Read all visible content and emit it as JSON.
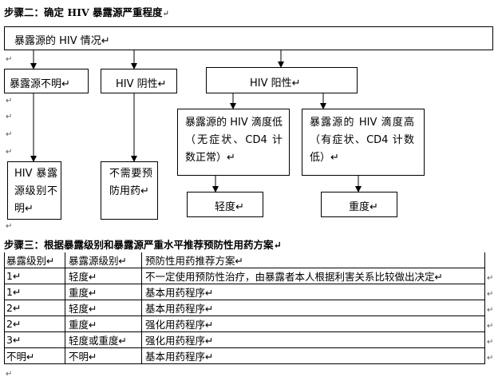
{
  "step2": {
    "title": "步骤二：确定 HIV 暴露源严重程度",
    "mark": "↵"
  },
  "flow": {
    "root": "暴露源的 HIV 情况↵",
    "level1": {
      "unknown": "暴露源不明↵",
      "negative": "HIV 阴性↵",
      "positive": "HIV 阳性↵"
    },
    "level2": {
      "unknown_leaf": "HIV 暴露源级别不明↵",
      "negative_leaf": "不需要预防用药↵",
      "low_titer": "暴露源的 HIV 滴度低（无症状、CD4 计数正常）↵",
      "high_titer": "暴露源的 HIV 滴度高（有症状、CD4 计数低）↵"
    },
    "level3": {
      "mild": "轻度↵",
      "severe": "重度↵"
    },
    "free_marks": [
      "↵",
      "↵",
      "↵",
      "↵",
      "↵",
      "↵",
      "↵"
    ]
  },
  "step3": {
    "title": "步骤三：根据暴露级别和暴露源严重水平推荐预防性用药方案↵"
  },
  "table": {
    "headers": [
      "暴露级别↵",
      "暴露源级别↵",
      "预防性用药推荐方案↵"
    ],
    "rows": [
      [
        "1↵",
        "轻度↵",
        "不一定使用预防性治疗，由暴露者本人根据利害关系比较做出决定↵"
      ],
      [
        "1↵",
        "重度↵",
        "基本用药程序↵"
      ],
      [
        "2↵",
        "轻度↵",
        "基本用药程序↵"
      ],
      [
        "2↵",
        "重度↵",
        "强化用药程序↵"
      ],
      [
        "3↵",
        "轻度或重度↵",
        "强化用药程序↵"
      ],
      [
        "不明↵",
        "不明↵",
        "基本用药程序↵"
      ]
    ],
    "end_marks": [
      "↵",
      "↵",
      "↵",
      "↵",
      "↵",
      "↵"
    ],
    "after": "↵"
  }
}
